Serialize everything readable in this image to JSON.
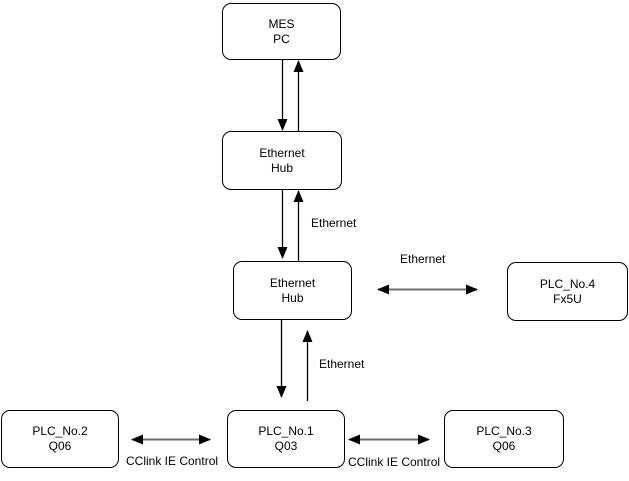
{
  "diagram": {
    "background_color": "#ffffff",
    "node_fill": "#ffffff",
    "node_border_color": "#000000",
    "text_color": "#000000",
    "vertical_arrow_color": "#000000",
    "horizontal_arrow_shaft_color": "#6e6e6e",
    "arrowhead_color": "#000000",
    "nodes": [
      {
        "id": "mes-pc",
        "line1": "MES",
        "line2": "PC"
      },
      {
        "id": "ethernet-hub-1",
        "line1": "Ethernet",
        "line2": "Hub"
      },
      {
        "id": "ethernet-hub-2",
        "line1": "Ethernet",
        "line2": "Hub"
      },
      {
        "id": "plc-no4",
        "line1": "PLC_No.4",
        "line2": "Fx5U"
      },
      {
        "id": "plc-no2",
        "line1": "PLC_No.2",
        "line2": "Q06"
      },
      {
        "id": "plc-no1",
        "line1": "PLC_No.1",
        "line2": "Q03"
      },
      {
        "id": "plc-no3",
        "line1": "PLC_No.3",
        "line2": "Q06"
      }
    ],
    "edges": [
      {
        "from": "MES PC",
        "to": "Ethernet Hub (upper)",
        "label": "",
        "style": "paired one-way arrows, both directions"
      },
      {
        "from": "Ethernet Hub (upper)",
        "to": "Ethernet Hub (lower)",
        "label": "Ethernet",
        "style": "paired one-way arrows, both directions"
      },
      {
        "from": "Ethernet Hub (lower)",
        "to": "PLC_No.4",
        "label": "Ethernet",
        "style": "double-headed horizontal arrow"
      },
      {
        "from": "Ethernet Hub (lower)",
        "to": "PLC_No.1",
        "label": "Ethernet",
        "style": "paired one-way arrows, both directions"
      },
      {
        "from": "PLC_No.2",
        "to": "PLC_No.1",
        "label": "CClink IE Control",
        "style": "double-headed horizontal arrow"
      },
      {
        "from": "PLC_No.1",
        "to": "PLC_No.3",
        "label": "CClink IE Control",
        "style": "double-headed horizontal arrow"
      }
    ]
  }
}
